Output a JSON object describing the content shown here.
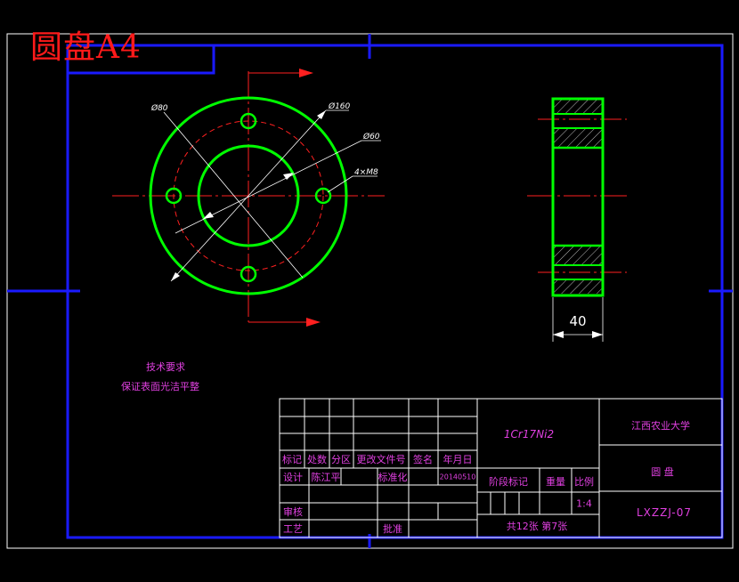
{
  "sheet_title": "圆盘A4",
  "dimensions": {
    "outer_diameter": "Ø160",
    "hole_circle_diameter": "Ø80",
    "bore_diameter": "Ø60",
    "holes": "4×M8",
    "thickness": "40"
  },
  "technical_requirements": {
    "heading": "技术要求",
    "line1": "保证表面光洁平整"
  },
  "title_block": {
    "material": "1Cr17Ni2",
    "organization": "江西农业大学",
    "part_name": "圆 盘",
    "drawing_code": "LXZZJ-07",
    "headers": {
      "mark": "标记",
      "count": "处数",
      "zone": "分区",
      "change_doc": "更改文件号",
      "signature": "签名",
      "date": "年月日"
    },
    "design_label": "设计",
    "designer": "陈江平",
    "standardize_label": "标准化",
    "design_date": "20140510",
    "review_label": "审核",
    "process_label": "工艺",
    "approve_label": "批准",
    "stage_mark_label": "阶段标记",
    "weight_label": "重量",
    "scale_label": "比例",
    "scale_value": "1:4",
    "sheet_info": "共12张 第7张"
  },
  "colors": {
    "frame": "#1a1aff",
    "part_outline": "#00ff00",
    "center_line": "#ff2020",
    "dimension": "#ffffff",
    "text": "#e040e0",
    "title": "#ff1a1a"
  }
}
